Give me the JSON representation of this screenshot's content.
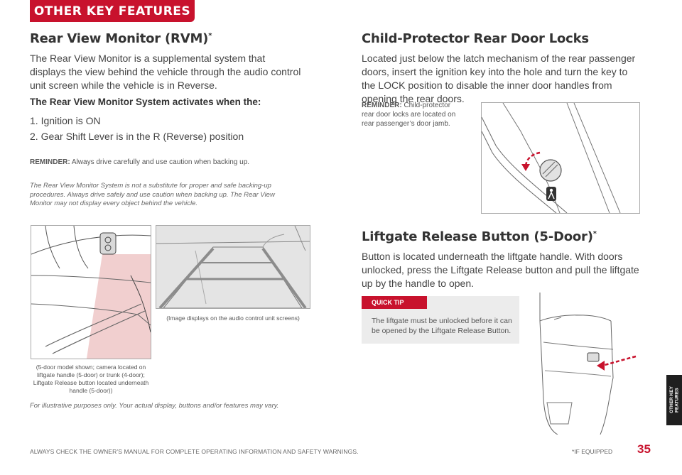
{
  "header": {
    "tab_label": "OTHER KEY FEATURES"
  },
  "rvm": {
    "title": "Rear View Monitor (RVM)",
    "title_mark": "*",
    "intro": "The Rear View Monitor is a supplemental system that displays the view behind the vehicle through the audio control unit screen while the vehicle is in Reverse.",
    "activates_heading": "The Rear View Monitor System activates when the:",
    "conditions": [
      "1.  Ignition is ON",
      "2.  Gear Shift Lever is in the R (Reverse) position"
    ],
    "reminder_label": "REMINDER:",
    "reminder_text": " Always drive carefully and use caution when backing up.",
    "disclaimer": "The Rear View Monitor System is not a substitute for proper and safe backing-up procedures. Always drive safely and use caution when backing up. The Rear View Monitor may not display every object behind the vehicle.",
    "caption_car": "(5-door model shown; camera located on liftgate handle (5-door) or trunk (4-door); Liftgate Release button located underneath handle (5-door))",
    "caption_screen": "(Image displays on the audio control unit screens)",
    "illustrative": "For illustrative purposes only. Your actual display, buttons and/or features may vary."
  },
  "child_lock": {
    "title": "Child-Protector Rear Door Locks",
    "body": "Located just below the latch mechanism of the rear passenger doors, insert the ignition key into the hole and turn the key to the LOCK position to disable the inner door handles from opening the rear doors.",
    "reminder_label": "REMINDER:",
    "reminder_text": " Child-protector rear door locks are located on rear passenger’s door jamb."
  },
  "liftgate": {
    "title": "Liftgate Release Button (5-Door)",
    "title_mark": "*",
    "body": "Button is located underneath the liftgate handle. With doors unlocked, press the Liftgate Release button and pull the liftgate up by the handle to open.",
    "tip_label": "QUICK TIP",
    "tip_text": "The liftgate must be unlocked before it can be opened by the Liftgate Release Button."
  },
  "sidebar": {
    "label": "OTHER KEY FEATURES"
  },
  "footer": {
    "warning": "ALWAYS CHECK THE OWNER’S MANUAL FOR COMPLETE OPERATING INFORMATION AND SAFETY WARNINGS.",
    "equipped": "*IF EQUIPPED",
    "page": "35"
  },
  "colors": {
    "accent": "#c8122d",
    "tip_bg": "#ececec",
    "sidebar": "#1f1f1f"
  }
}
